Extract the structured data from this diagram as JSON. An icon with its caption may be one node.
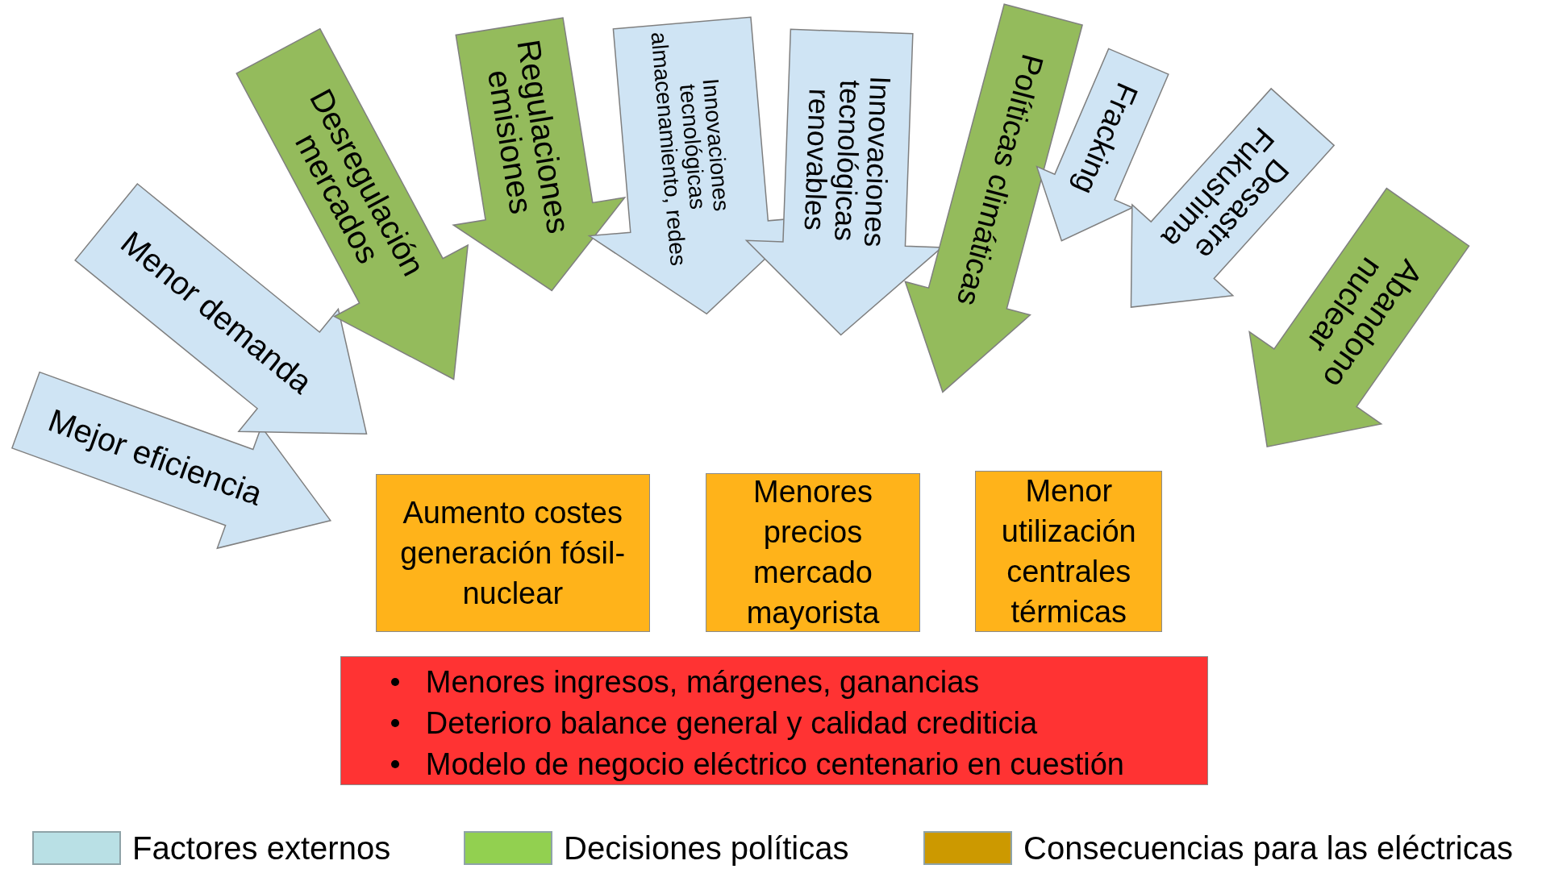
{
  "diagram": {
    "nodes": [
      {
        "text": [
          "Mejor eficiencia"
        ]
      },
      {
        "text": [
          "Menor demanda"
        ]
      },
      {
        "text": [
          "Desregulación mercados"
        ]
      },
      {
        "text": [
          "Regulaciones emisiones"
        ]
      },
      {
        "text": [
          "Innovaciones tecnológicas almacenamiento, redes"
        ]
      },
      {
        "text": [
          "Innovaciones tecnológicas renovables"
        ]
      },
      {
        "text": [
          "Políticas climáticas"
        ]
      },
      {
        "text": [
          "Fracking"
        ]
      },
      {
        "text": [
          "Desastre Fukushima"
        ]
      },
      {
        "text": [
          "Abandono nuclear"
        ]
      },
      {
        "text": [
          "Aumento costes generación fósil-nuclear"
        ]
      },
      {
        "text": [
          "Menores precios mercado mayorista"
        ]
      },
      {
        "text": [
          "Menor utilización centrales térmicas"
        ]
      },
      {
        "text": [
          "Menores ingresos, márgenes, ganancias",
          "Deterioro balance general y calidad crediticia",
          "Modelo de negocio eléctrico centenario en cuestión"
        ]
      }
    ],
    "legend": [
      {
        "text": "Factores externos",
        "color": "#b9e0e5"
      },
      {
        "text": "Decisiones políticas",
        "color": "#92d050"
      },
      {
        "text": "Consecuencias para las eléctricas",
        "color": "#cc9900"
      }
    ]
  }
}
